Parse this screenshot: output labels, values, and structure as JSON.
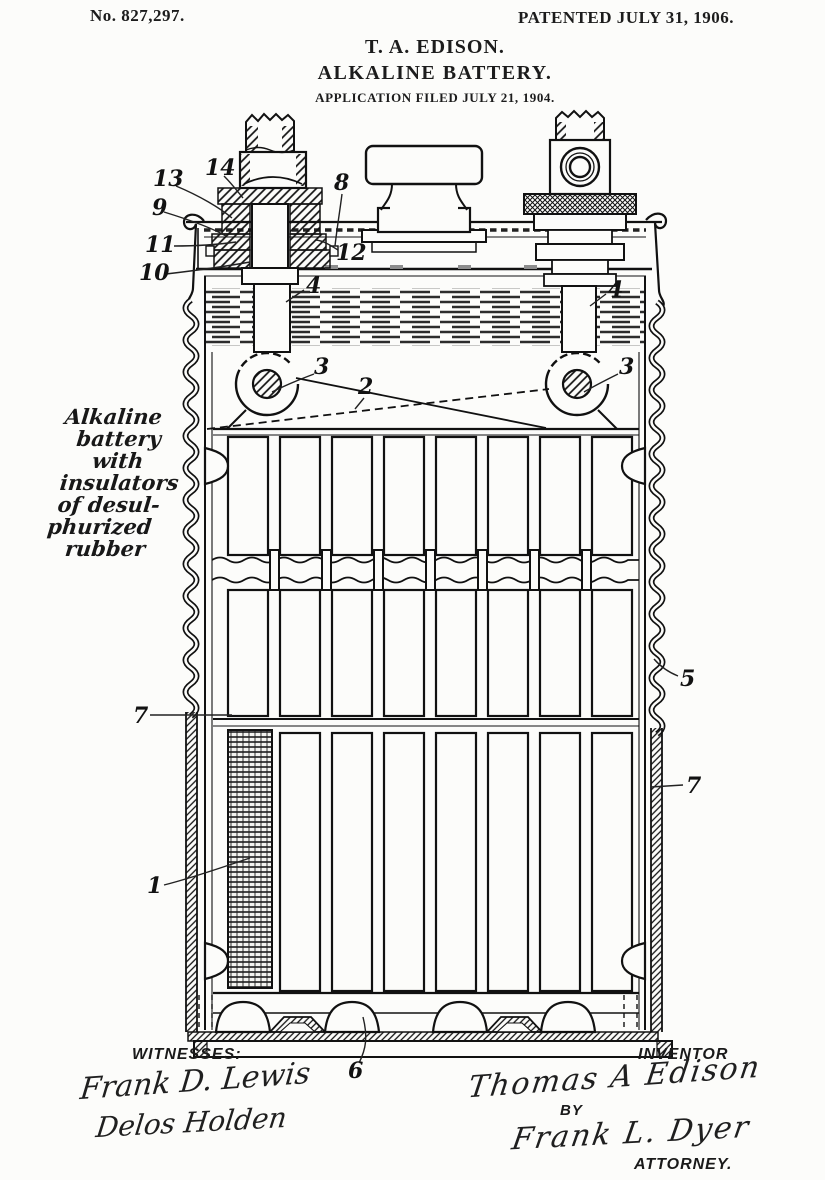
{
  "header": {
    "patent_number": "No. 827,297.",
    "patented_date": "PATENTED JULY 31, 1906.",
    "inventor_name": "T. A. EDISON.",
    "invention_title": "ALKALINE BATTERY.",
    "application_line": "APPLICATION FILED JULY 21, 1904."
  },
  "margin_note": {
    "lines": [
      "Alkaline",
      "battery",
      "with",
      "insulators",
      "of desul-",
      "phurized",
      "rubber"
    ]
  },
  "drawing": {
    "labels": {
      "n1": "1",
      "n2": "2",
      "n3_left": "3",
      "n3_right": "3",
      "n4_left": "4",
      "n4_right": "4",
      "n5": "5",
      "n6": "6",
      "n7_left": "7",
      "n7_right": "7",
      "n8": "8",
      "n9": "9",
      "n10": "10",
      "n11": "11",
      "n12": "12",
      "n13": "13",
      "n14": "14"
    }
  },
  "footer": {
    "witnesses_heading": "WITNESSES:",
    "witness_signatures": [
      "Frank D. Lewis",
      "Delos Holden"
    ],
    "inventor_heading": "INVENTOR",
    "inventor_signature": "Thomas A Edison",
    "by_label": "BY",
    "attorney_signature": "Frank L. Dyer",
    "attorney_heading": "ATTORNEY."
  }
}
